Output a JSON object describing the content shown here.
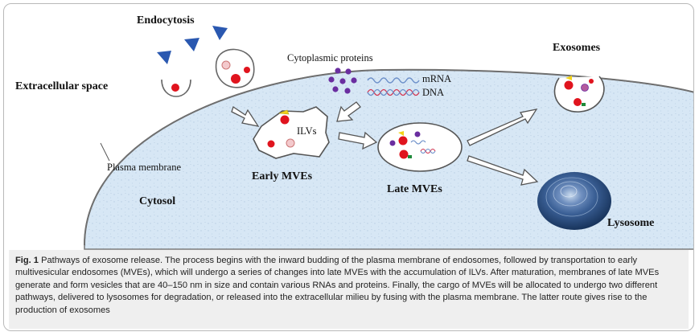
{
  "labels": {
    "endocytosis": "Endocytosis",
    "extracellular_space": "Extracellular space",
    "cytoplasmic_proteins": "Cytoplasmic proteins",
    "mrna": "mRNA",
    "dna": "DNA",
    "ilvs": "ILVs",
    "early_mves": "Early MVEs",
    "late_mves": "Late MVEs",
    "plasma_membrane": "Plasma membrane",
    "cytosol": "Cytosol",
    "exosomes": "Exosomes",
    "lysosome": "Lysosome"
  },
  "caption": {
    "label": "Fig. 1",
    "text": " Pathways of exosome release. The process begins with the inward budding of the plasma membrane of endosomes, followed by transportation to early multivesicular endosomes (MVEs), which will undergo a series of changes into late MVEs with the accumulation of ILVs. After maturation, membranes of late MVEs generate and form vesicles that are 40–150 nm in size and contain various RNAs and proteins. Finally, the cargo of MVEs will be allocated to undergo two different pathways, delivered to lysosomes for degradation, or released into the extracellular milieu by fusing with the plasma membrane. The latter route gives rise to the production of exosomes"
  },
  "colors": {
    "cytosol": "#d7e7f5",
    "membrane": "#7a7a7a",
    "protein_red": "#e0141e",
    "ligand_blue": "#2a58b0",
    "protein_purple": "#6a2ea0",
    "yellow_marker": "#f2d21a",
    "green_marker": "#1f8a3a",
    "lysosome": "#2c4f82"
  }
}
